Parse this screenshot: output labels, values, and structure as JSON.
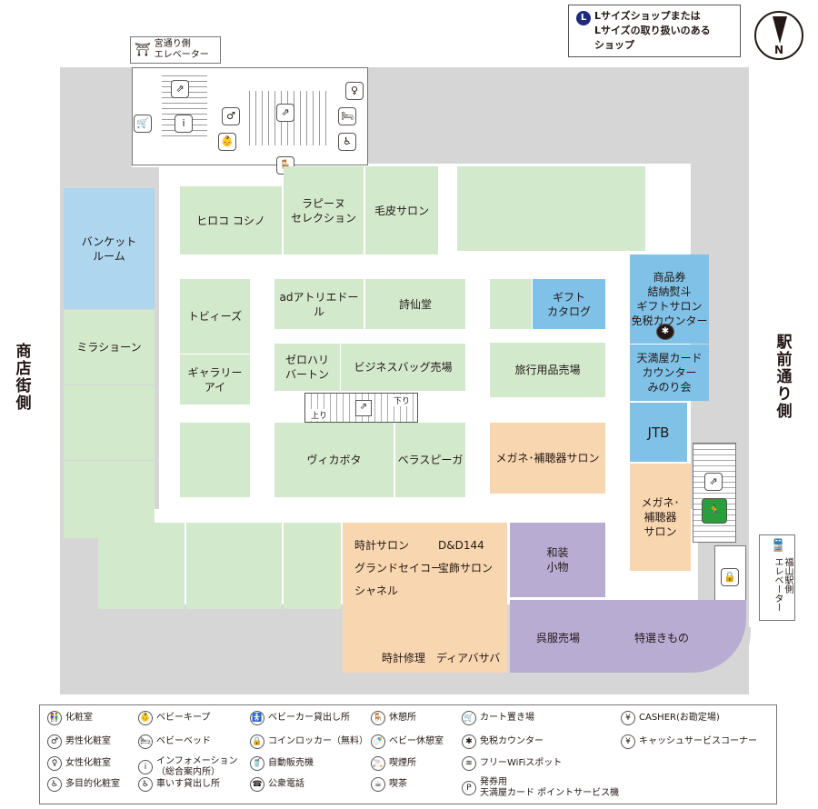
{
  "notes": {
    "lsize_badge": "L",
    "lsize_text": "Lサイズショップまたは\nLサイズの取り扱いのある\nショップ",
    "north": "N"
  },
  "streets": {
    "left": "商店街側",
    "right": "駅前通り側"
  },
  "elevators": {
    "top_left": "宮通り側\nエレベーター",
    "right": "福山駅側\nエレベーター"
  },
  "shops": {
    "banquet": "バンケット\nルーム",
    "mirashon": "ミラショーン",
    "hiroko": "ヒロコ コシノ",
    "rapine": "ラピーヌ\nセレクション",
    "fur": "毛皮サロン",
    "tobys": "トビィーズ",
    "ad_atelier": "adアトリエドール",
    "shisendo": "詩仙堂",
    "gift_catalog": "ギフト\nカタログ",
    "services": "商品券\n結納熨斗\nギフトサロン\n免税カウンター",
    "card_counter": "天満屋カード\nカウンター\nみのり会",
    "jtb": "JTB",
    "gallery_i": "ギャラリー\nアイ",
    "zero": "ゼロハリ\nバートン",
    "business_bag": "ビジネスバッグ売場",
    "travel": "旅行用品売場",
    "vicabota": "ヴィカボタ",
    "bellas": "ベラスピーガ",
    "megane1": "メガネ･補聴器サロン",
    "megane2": "メガネ･\n補聴器\nサロン",
    "tokei": "時計サロン",
    "dd144": "D&D144",
    "grand_seiko": "グランドセイコー",
    "hoshoku": "宝飾サロン",
    "chanel": "シャネル",
    "tokei_repair": "時計修理",
    "diavasava": "ディアバサバ",
    "wasou": "和装\n小物",
    "gofuku": "呉服売場",
    "tokusen": "特選きもの"
  },
  "escalator": {
    "down": "下り",
    "up": "上り"
  },
  "legend": [
    {
      "icon": "👫",
      "text": "化粧室"
    },
    {
      "icon": "♂",
      "text": "男性化粧室"
    },
    {
      "icon": "♀",
      "text": "女性化粧室"
    },
    {
      "icon": "♿",
      "text": "多目的化粧室"
    },
    {
      "icon": "👶",
      "text": "ベビーキープ"
    },
    {
      "icon": "🛏",
      "text": "ベビーベッド"
    },
    {
      "icon": "i",
      "text": "インフォメーション\n（総合案内所）"
    },
    {
      "icon": "♿",
      "text": "車いす貸出し所"
    },
    {
      "icon": "🚼",
      "text": "ベビーカー貸出し所"
    },
    {
      "icon": "🔒",
      "text": "コインロッカー（無料）"
    },
    {
      "icon": "🥤",
      "text": "自動販売機"
    },
    {
      "icon": "☎",
      "text": "公衆電話"
    },
    {
      "icon": "🪑",
      "text": "休憩所"
    },
    {
      "icon": "🍼",
      "text": "ベビー休憩室"
    },
    {
      "icon": "🚬",
      "text": "喫煙所"
    },
    {
      "icon": "☕",
      "text": "喫茶"
    },
    {
      "icon": "🛒",
      "text": "カート置き場"
    },
    {
      "icon": "✱",
      "text": "免税カウンター"
    },
    {
      "icon": "≋",
      "text": "フリーWiFiスポット"
    },
    {
      "icon": "P",
      "text": "発券用\n天満屋カード ポイントサービス機"
    },
    {
      "icon": "¥",
      "text": "CASHER(お勘定場)"
    },
    {
      "icon": "¥",
      "text": "キャッシュサービスコーナー"
    }
  ]
}
